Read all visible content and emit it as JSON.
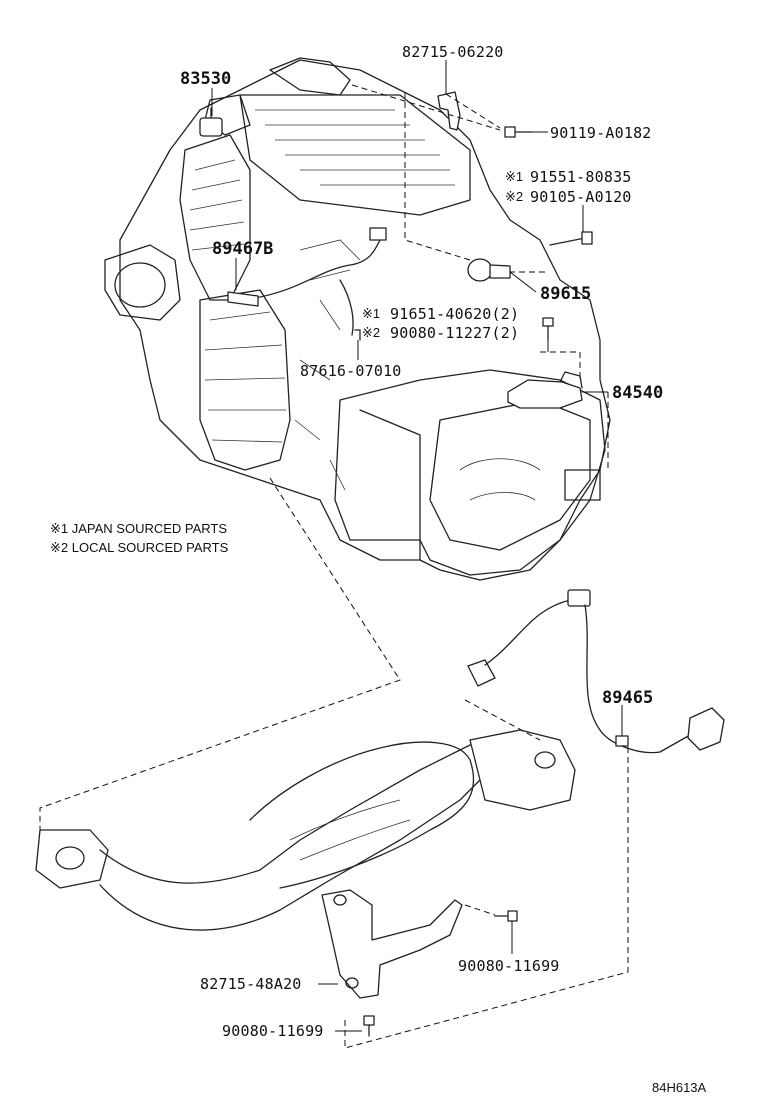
{
  "parts": {
    "p83530": "83530",
    "p82715_06220": "82715-06220",
    "p90119_A0182": "90119-A0182",
    "p91551_80835": "91551-80835",
    "p90105_A0120": "90105-A0120",
    "p89467B": "89467B",
    "p89615": "89615",
    "p91651_40620": "91651-40620(2)",
    "p90080_11227": "90080-11227(2)",
    "p87616_07010": "87616-07010",
    "p84540": "84540",
    "p89465": "89465",
    "p90080_11699_a": "90080-11699",
    "p82715_48A20": "82715-48A20",
    "p90080_11699_b": "90080-11699"
  },
  "marks": {
    "m1": "※1",
    "m2": "※2"
  },
  "notes": {
    "japan": "※1 JAPAN SOURCED PARTS",
    "local": "※2 LOCAL SOURCED PARTS"
  },
  "reference_code": "84H613A"
}
